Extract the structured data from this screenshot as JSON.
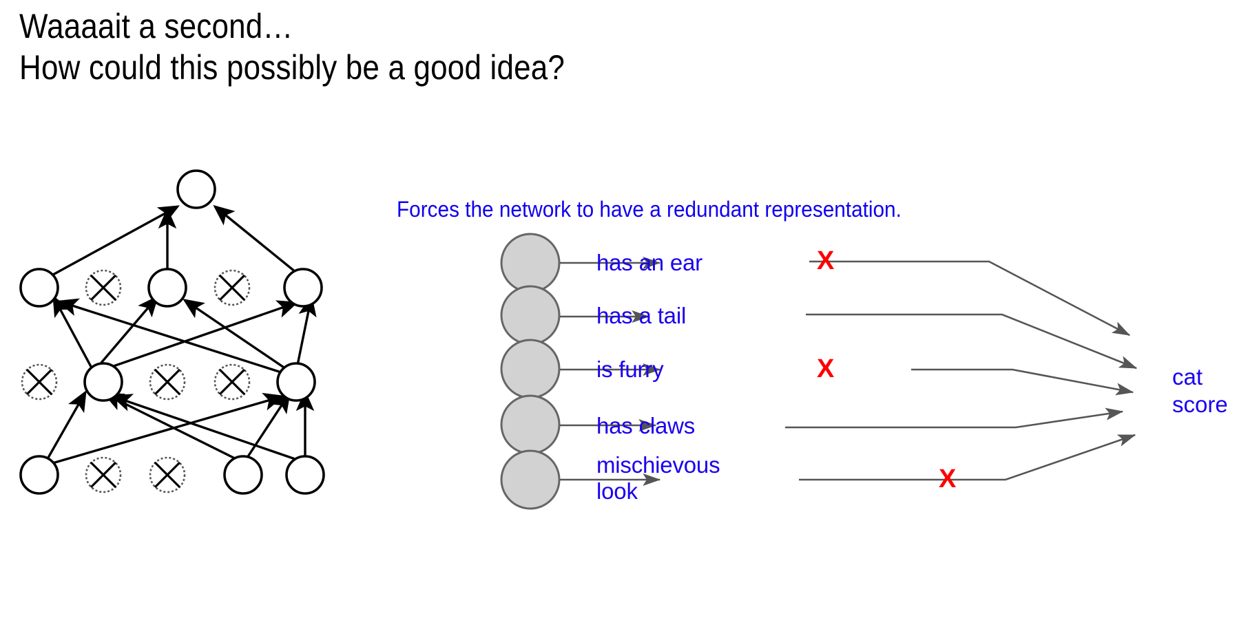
{
  "title": {
    "line1": "Waaaait a second…",
    "line2": "How could this possibly be a good idea?"
  },
  "caption": {
    "text": "Forces the network to have a redundant representation."
  },
  "colors": {
    "blue_text": "#1a00f0",
    "caption_blue": "#1000ef",
    "red_x": "#fe0000",
    "arrow_gray": "#555555",
    "node_gray_fill": "#d2d2d2",
    "node_gray_stroke": "#666666",
    "network_black": "#000000",
    "background": "#ffffff"
  },
  "features": [
    {
      "label": "has an ear",
      "crossed": true
    },
    {
      "label": "has a tail",
      "crossed": false
    },
    {
      "label": "is furry",
      "crossed": true
    },
    {
      "label": "has claws",
      "crossed": false
    },
    {
      "label": "mischievous\nlook",
      "crossed": true
    }
  ],
  "x_mark_glyph": "X",
  "output": {
    "label": "cat\nscore"
  },
  "network": {
    "description": "dropout network diagram",
    "layers": [
      {
        "name": "output-layer",
        "nodes": [
          {
            "state": "active"
          }
        ]
      },
      {
        "name": "hidden-layer-2",
        "nodes": [
          {
            "state": "active"
          },
          {
            "state": "dropped"
          },
          {
            "state": "active"
          },
          {
            "state": "dropped"
          },
          {
            "state": "active"
          }
        ]
      },
      {
        "name": "hidden-layer-1",
        "nodes": [
          {
            "state": "dropped"
          },
          {
            "state": "active"
          },
          {
            "state": "dropped"
          },
          {
            "state": "dropped"
          },
          {
            "state": "active"
          }
        ]
      },
      {
        "name": "input-layer",
        "nodes": [
          {
            "state": "active"
          },
          {
            "state": "dropped"
          },
          {
            "state": "dropped"
          },
          {
            "state": "active"
          },
          {
            "state": "active"
          }
        ]
      }
    ]
  }
}
